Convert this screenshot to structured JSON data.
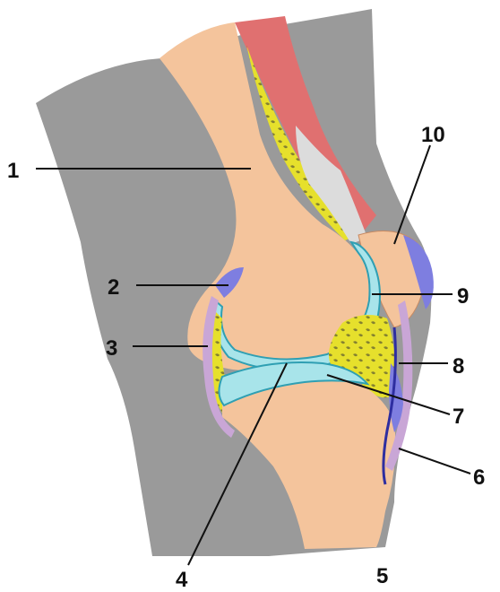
{
  "labels": {
    "l1": "1",
    "l2": "2",
    "l3": "3",
    "l4": "4",
    "l5": "5",
    "l6": "6",
    "l7": "7",
    "l8": "8",
    "l9": "9",
    "l10": "10"
  },
  "colors": {
    "background": "#ffffff",
    "soft_tissue": "#9a9a9a",
    "bone": "#f4c49c",
    "cartilage": "#a8e4ea",
    "cartilage_outline": "#2f9fb3",
    "fat_pad": "#e6e02c",
    "muscle": "#e07070",
    "tendon": "#dcdcdc",
    "bursa": "#7e7ee0",
    "synovial": "#c9a6d6"
  }
}
